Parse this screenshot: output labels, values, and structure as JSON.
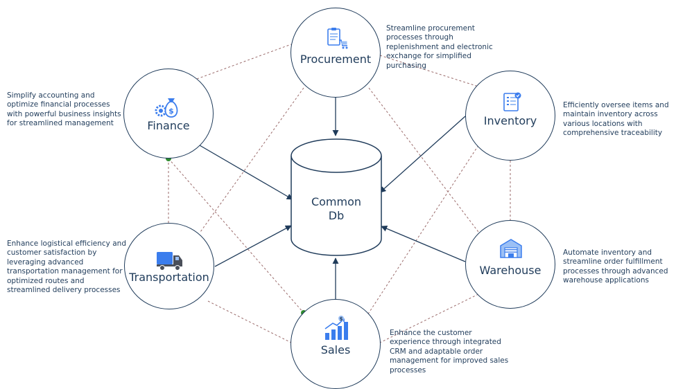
{
  "center": {
    "line1": "Common",
    "line2": "Db"
  },
  "nodes": {
    "procurement": {
      "label": "Procurement",
      "icon": "clipboard-cart-icon",
      "description": [
        "Streamline procurement",
        "processes through",
        "replenishment and electronic",
        "exchange for simplified",
        "purchasing"
      ]
    },
    "finance": {
      "label": "Finance",
      "icon": "money-bag-gear-icon",
      "description": [
        "Simplify accounting and",
        "optimize financial processes",
        "with powerful business insights",
        "for streamlined management"
      ]
    },
    "inventory": {
      "label": "Inventory",
      "icon": "inventory-list-icon",
      "description": [
        "Efficiently oversee items and",
        "maintain inventory across",
        "various locations with",
        "comprehensive traceability"
      ]
    },
    "transportation": {
      "label": "Transportation",
      "icon": "truck-icon",
      "description": [
        "Enhance logistical efficiency and",
        "customer satisfaction by",
        "leveraging advanced",
        "transportation management for",
        "optimized routes and",
        "streamlined delivery processes"
      ]
    },
    "warehouse": {
      "label": "Warehouse",
      "icon": "warehouse-icon",
      "description": [
        "Automate inventory and",
        "streamline order fulfillment",
        "processes through advanced",
        "warehouse applications"
      ]
    },
    "sales": {
      "label": "Sales",
      "icon": "bar-chart-growth-icon",
      "description": [
        "Enhance the customer",
        "experience through integrated",
        "CRM and adaptable order",
        "management for improved sales",
        "processes"
      ]
    }
  },
  "colors": {
    "stroke": "#1f3b5a",
    "dotted": "#9a6a6a",
    "icon_blue": "#3b7ded",
    "icon_light": "#9cc0f5",
    "junction": "#2e8b2e"
  }
}
